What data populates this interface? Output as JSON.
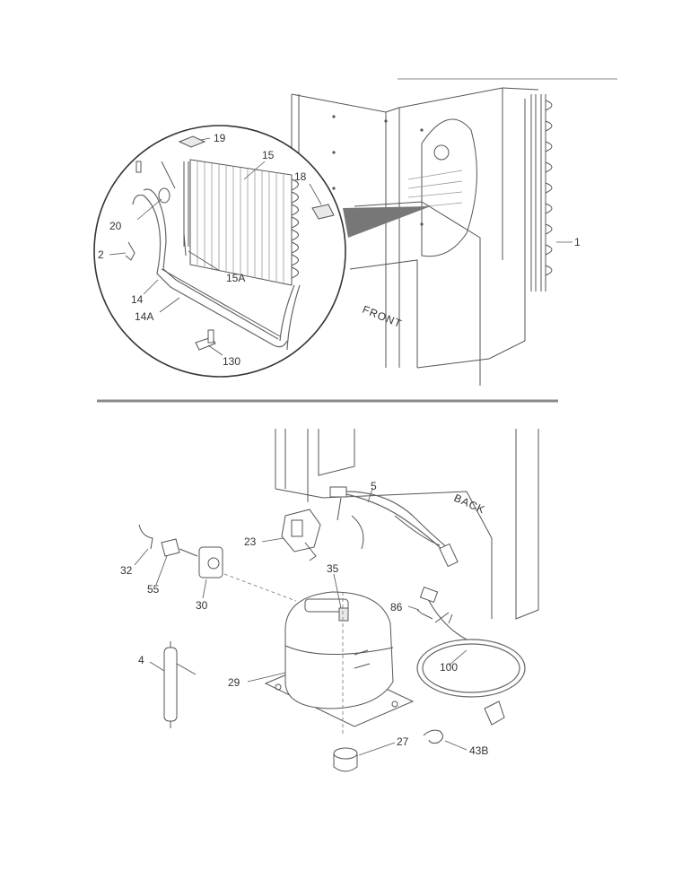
{
  "top_section": {
    "part_labels": [
      "1",
      "2",
      "14",
      "14A",
      "15",
      "15A",
      "18",
      "19",
      "20",
      "130"
    ],
    "orientation_label": "FRONT"
  },
  "bottom_section": {
    "part_labels": [
      "4",
      "5",
      "23",
      "27",
      "29",
      "30",
      "32",
      "35",
      "43B",
      "55",
      "86",
      "100"
    ],
    "orientation_label": "BACK"
  },
  "colors": {
    "line": "#555555",
    "shade": "#777777",
    "divider": "#8a8a8a"
  }
}
